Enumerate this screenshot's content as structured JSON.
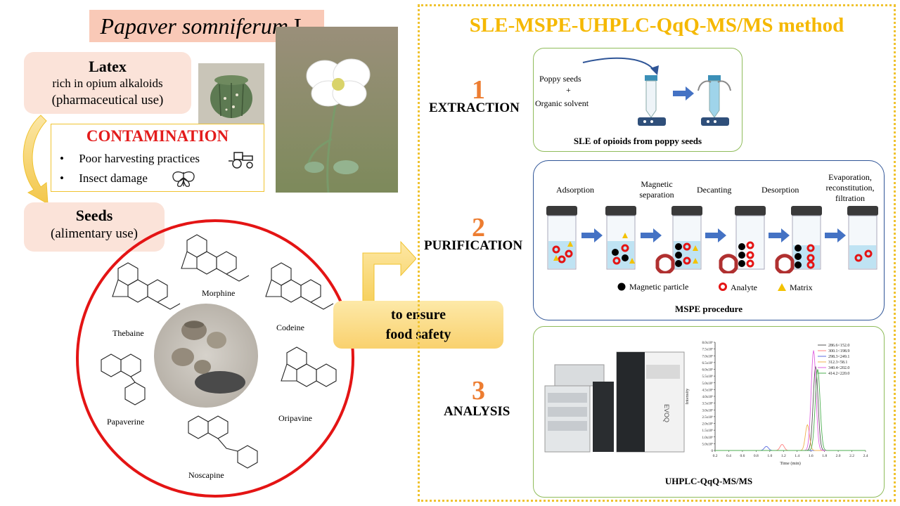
{
  "left": {
    "title_italic": "Papaver somniferum",
    "title_suffix": "L.",
    "latex": {
      "heading": "Latex",
      "line1": "rich in opium alkaloids",
      "line2": "(pharmaceutical  use)"
    },
    "contamination": {
      "heading": "CONTAMINATION",
      "items": [
        "Poor harvesting  practices",
        "Insect damage"
      ]
    },
    "seeds": {
      "heading": "Seeds",
      "line1": "(alimentary  use)"
    },
    "alkaloids": [
      "Morphine",
      "Thebaine",
      "Codeine",
      "Papaverine",
      "Oripavine",
      "Noscapine"
    ]
  },
  "safety": {
    "line1": "to ensure",
    "line2": "food safety"
  },
  "method": {
    "title": "SLE-MSPE-UHPLC-QqQ-MS/MS method",
    "steps": [
      {
        "number": "1",
        "label": "EXTRACTION"
      },
      {
        "number": "2",
        "label": "PURIFICATION"
      },
      {
        "number": "3",
        "label": "ANALYSIS"
      }
    ],
    "extraction": {
      "reagent1": "Poppy seeds",
      "plus": "+",
      "reagent2": "Organic solvent",
      "caption": "SLE of opioids  from  poppy  seeds"
    },
    "purification": {
      "stages": [
        "Adsorption",
        "Magnetic separation",
        "Decanting",
        "Desorption",
        "Evaporation, reconstitution, filtration"
      ],
      "legend": [
        "Magnetic particle",
        "Analyte",
        "Matrix"
      ],
      "caption": "MSPE procedure"
    },
    "analysis": {
      "caption": "UHPLC-QqQ-MS/MS",
      "instrument_brand": "EVOQ"
    }
  },
  "colors": {
    "accent_orange": "#ed7d31",
    "gold": "#f0c330",
    "red": "#e41414",
    "green": "#8fbc5a",
    "blue": "#2f5597",
    "arrow_blue": "#4472c4"
  },
  "chart_data": {
    "type": "line",
    "xlabel": "Time (min)",
    "ylabel": "Intensity",
    "xlim": [
      0.2,
      2.4
    ],
    "ylim": [
      0,
      8000000
    ],
    "x_ticks": [
      "0.2",
      "0.4",
      "0.6",
      "0.8",
      "1.0",
      "1.2",
      "1.4",
      "1.6",
      "1.8",
      "2.0",
      "2.2",
      "2.4"
    ],
    "y_ticks": [
      "0",
      "5.0x10⁵",
      "1.0x10⁶",
      "1.5x10⁶",
      "2.0x10⁶",
      "2.5x10⁶",
      "3.0x10⁶",
      "3.5x10⁶",
      "4.0x10⁶",
      "4.5x10⁶",
      "5.0x10⁶",
      "5.5x10⁶",
      "6.0x10⁶",
      "6.5x10⁶",
      "7.0x10⁶",
      "7.5x10⁶",
      "8.0x10⁶"
    ],
    "legend_position": "top-right",
    "series": [
      {
        "name": "286.6<152.0",
        "color": "#555555",
        "peak_x": 1.67,
        "peak_y": 6200000,
        "width": 0.035
      },
      {
        "name": "300.1<198.9",
        "color": "#ff7f7f",
        "peak_x": 1.18,
        "peak_y": 450000,
        "width": 0.03
      },
      {
        "name": "298.3<249.1",
        "color": "#5b6be0",
        "peak_x": 0.95,
        "peak_y": 300000,
        "width": 0.03
      },
      {
        "name": "312.3<58.1",
        "color": "#f0b050",
        "peak_x": 1.55,
        "peak_y": 1900000,
        "width": 0.03
      },
      {
        "name": "340.4<202.0",
        "color": "#e060e0",
        "peak_x": 1.64,
        "peak_y": 7400000,
        "width": 0.035
      },
      {
        "name": "414.2<220.0",
        "color": "#4caf50",
        "peak_x": 1.7,
        "peak_y": 6000000,
        "width": 0.035
      }
    ]
  }
}
